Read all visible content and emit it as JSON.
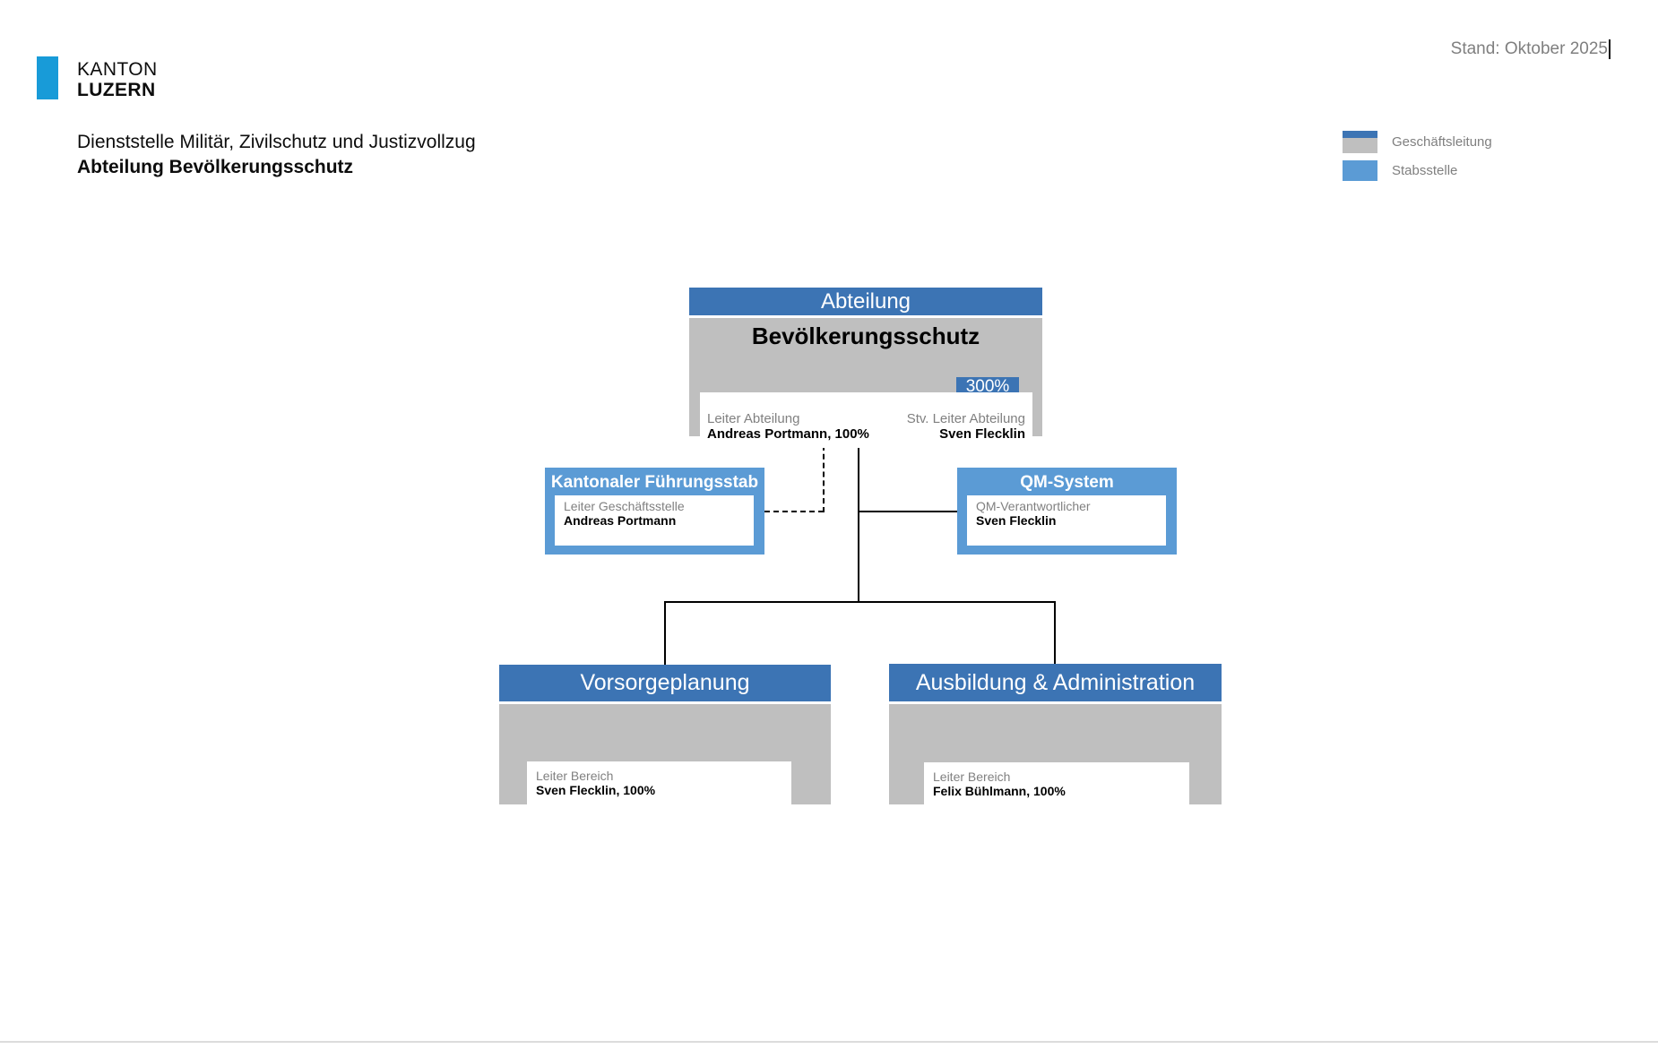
{
  "stand": {
    "text": "Stand: Oktober 2025"
  },
  "logo": {
    "line1": "KANTON",
    "line2": "LUZERN"
  },
  "doc_title": {
    "line1": "Dienststelle Militär, Zivilschutz und Justizvollzug",
    "line2": "Abteilung Bevölkerungsschutz"
  },
  "legend": {
    "items": [
      {
        "label": "Geschäftsleitung",
        "style": "blue-header-gray-body"
      },
      {
        "label": "Stabsstelle",
        "style": "solid-light-blue"
      }
    ]
  },
  "colors": {
    "header_blue": "#3c74b4",
    "stab_blue": "#5b9bd5",
    "body_gray": "#bfbfbf",
    "logo_blue": "#189bd8",
    "label_gray": "#7f7f7f"
  },
  "org": {
    "root": {
      "title": "Abteilung",
      "subtitle": "Bevölkerungsschutz",
      "fte": "300%",
      "left_role": "Leiter Abteilung",
      "left_name": "Andreas Portmann, 100%",
      "right_role": "Stv. Leiter Abteilung",
      "right_name": "Sven Flecklin"
    },
    "staff_units": [
      {
        "title": "Kantonaler Führungsstab",
        "role": "Leiter Geschäftsstelle",
        "name": "Andreas Portmann",
        "connector": "dashed"
      },
      {
        "title": "QM-System",
        "role": "QM-Verantwortlicher",
        "name": "Sven Flecklin",
        "connector": "solid"
      }
    ],
    "departments": [
      {
        "title": "Vorsorgeplanung",
        "role": "Leiter Bereich",
        "name": "Sven Flecklin, 100%"
      },
      {
        "title": "Ausbildung & Administration",
        "role": "Leiter Bereich",
        "name": "Felix Bühlmann, 100%"
      }
    ]
  }
}
